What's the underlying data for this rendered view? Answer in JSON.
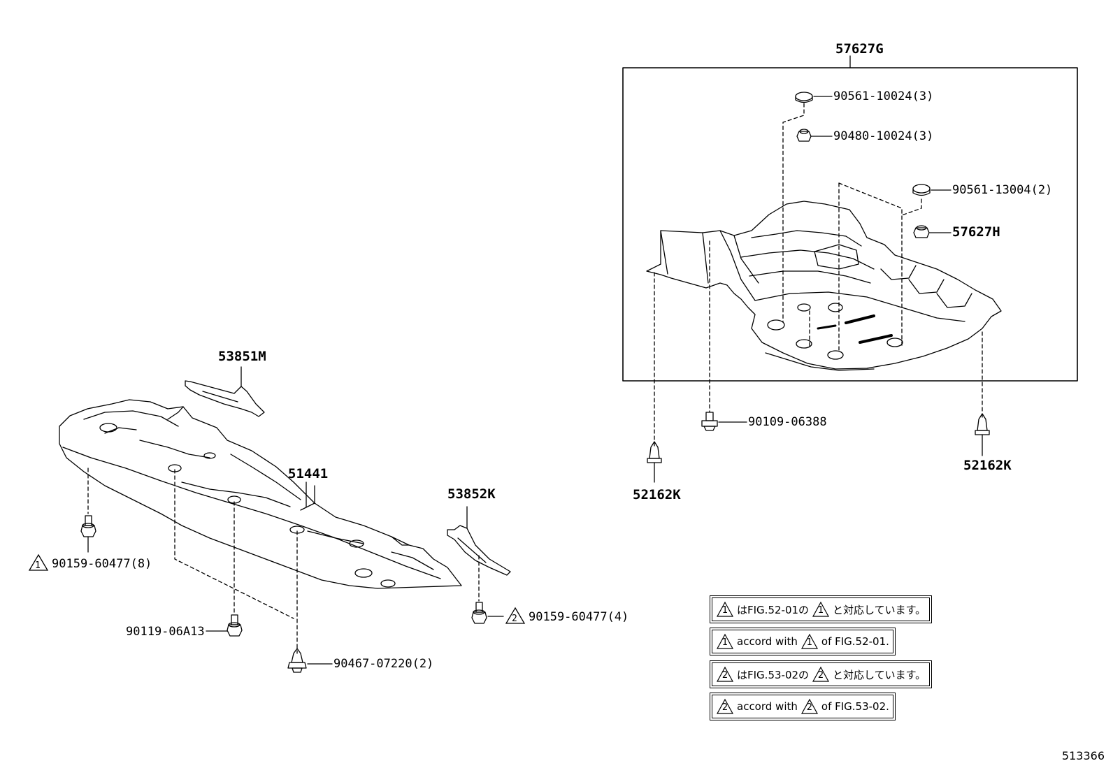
{
  "labels": {
    "p57627G": "57627G",
    "p90561_10024": "90561-10024(3)",
    "p90480_10024": "90480-10024(3)",
    "p90561_13004": "90561-13004(2)",
    "p57627H": "57627H",
    "p90109_06388": "90109-06388",
    "p52162K_left": "52162K",
    "p52162K_right": "52162K",
    "p53851M": "53851M",
    "p51441": "51441",
    "p53852K": "53852K",
    "p90159_60477_8": "90159-60477(8)",
    "p90159_60477_4": "90159-60477(4)",
    "p90119_06A13": "90119-06A13",
    "p90467_07220": "90467-07220(2)"
  },
  "markers": {
    "one": "1",
    "two": "2"
  },
  "notes": [
    {
      "mark_a": "1",
      "text_a": "はFIG.52-01の",
      "mark_b": "1",
      "text_b": "と対応しています。"
    },
    {
      "mark_a": "1",
      "text_a": "accord with",
      "mark_b": "1",
      "text_b": "of FIG.52-01."
    },
    {
      "mark_a": "2",
      "text_a": "はFIG.53-02の",
      "mark_b": "2",
      "text_b": "と対応しています。"
    },
    {
      "mark_a": "2",
      "text_a": "accord with",
      "mark_b": "2",
      "text_b": "of FIG.53-02."
    }
  ],
  "figure_id": "513366"
}
